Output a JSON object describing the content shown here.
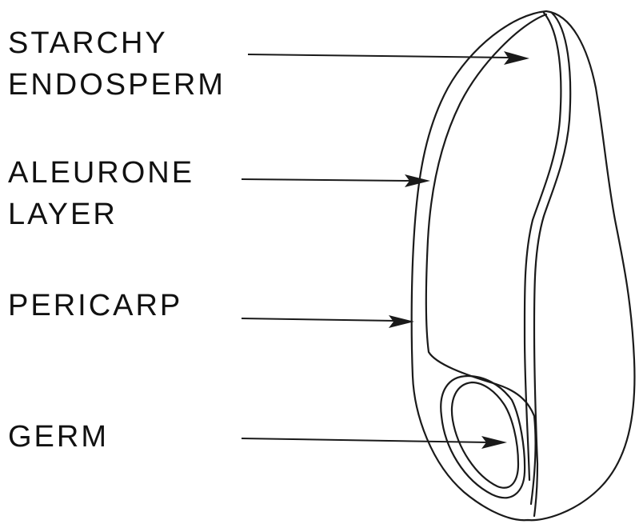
{
  "diagram": {
    "type": "labeled-cross-section",
    "line_color": "#1a1a1a",
    "background": "#ffffff",
    "labels": {
      "starchy_endosperm": [
        "STARCHY",
        "ENDOSPERM"
      ],
      "aleurone_layer": [
        "ALEURONE",
        "LAYER"
      ],
      "pericarp": [
        "PERICARP"
      ],
      "germ": [
        "GERM"
      ]
    }
  }
}
